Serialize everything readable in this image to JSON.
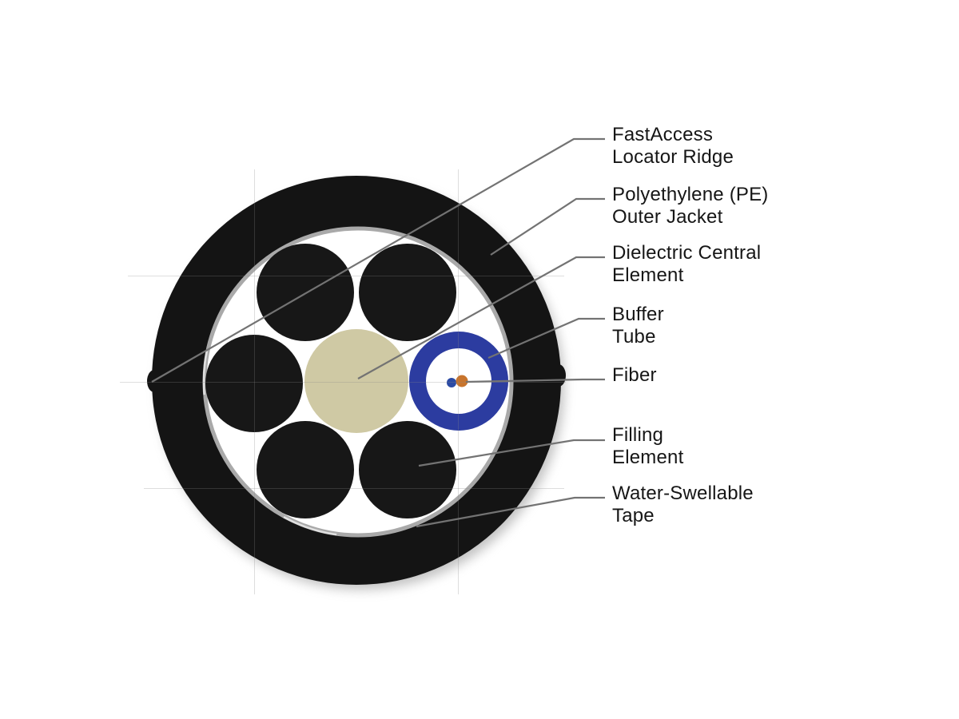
{
  "figure": {
    "title": "Fiber optic cable cross-section diagram",
    "labels": [
      {
        "id": "fastaccess-locator-ridge",
        "line1": "FastAccess",
        "line2": "Locator Ridge"
      },
      {
        "id": "pe-outer-jacket",
        "line1": "Polyethylene (PE)",
        "line2": "Outer Jacket"
      },
      {
        "id": "dielectric-central-element",
        "line1": "Dielectric Central",
        "line2": "Element"
      },
      {
        "id": "buffer-tube",
        "line1": "Buffer",
        "line2": "Tube"
      },
      {
        "id": "fiber",
        "line1": "Fiber"
      },
      {
        "id": "filling-element",
        "line1": "Filling",
        "line2": "Element"
      },
      {
        "id": "water-swellable-tape",
        "line1": "Water-Swellable",
        "line2": "Tape"
      }
    ],
    "colors": {
      "background": "#ffffff",
      "jacket": "#141414",
      "tape": "#a9a9a9",
      "tape_highlight": "#e6e6e6",
      "interior": "#ffffff",
      "filling": "#171717",
      "central_element": "#cfc9a4",
      "buffer_tube": "#2c3ca0",
      "buffer_inner": "#ffffff",
      "fiber_blue": "#2b4aa4",
      "fiber_orange": "#c8742c",
      "leader_line": "#737373",
      "text": "#161616",
      "shadow": "#8f8f8f"
    }
  }
}
